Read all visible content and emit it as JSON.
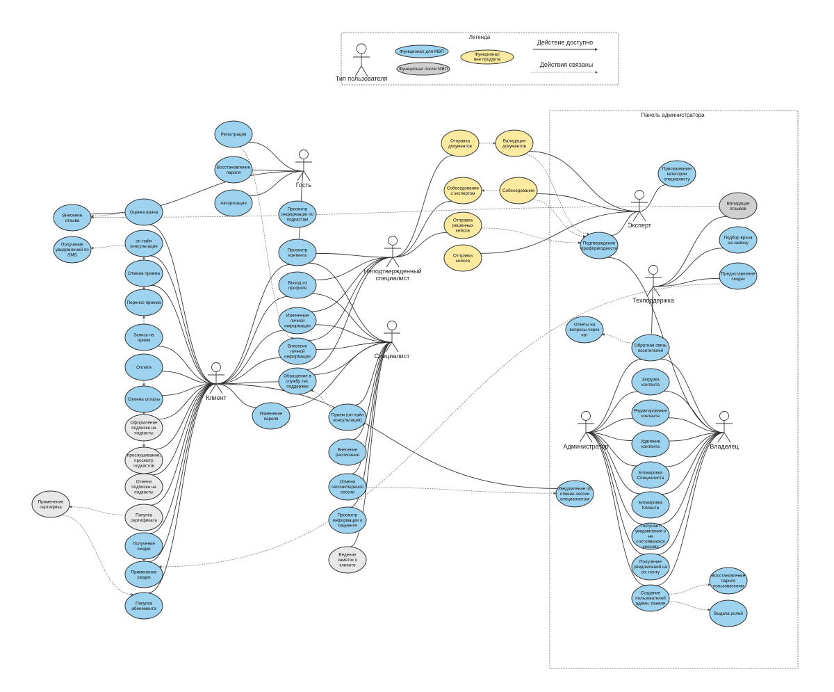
{
  "colors": {
    "mvp": "#9dd3ee",
    "post_mvp": "#d0d0d0",
    "out_of_product": "#fbeaa0",
    "optional": "#e8e8e8"
  },
  "legend": {
    "title": "Легенда",
    "actor_label": "Тип пользователя",
    "mvp_label": "Функционал для МВП",
    "post_mvp_label": "Функционал после МВП",
    "out_label_1": "Функционал",
    "out_label_2": "вне продукта",
    "solid_label": "Действие доступно",
    "dashed_label": "Действия связаны"
  },
  "admin_panel_title": "Панель администратора",
  "actors": [
    {
      "id": "guest",
      "label": "Гость"
    },
    {
      "id": "client",
      "label": "Клиент"
    },
    {
      "id": "unverified",
      "label": "Неподтвержденный специалист"
    },
    {
      "id": "specialist",
      "label": "Специалист"
    },
    {
      "id": "expert",
      "label": "Эксперт"
    },
    {
      "id": "support",
      "label": "Техподдержка"
    },
    {
      "id": "admin",
      "label": "Администратор"
    },
    {
      "id": "owner",
      "label": "Владелец"
    }
  ],
  "nodes": [
    {
      "id": "reg",
      "label": "Регистрация",
      "type": "mvp"
    },
    {
      "id": "pwd",
      "label": "Восстановление пароля",
      "type": "mvp"
    },
    {
      "id": "auth",
      "label": "Авторизация",
      "type": "mvp"
    },
    {
      "id": "podinfo",
      "label": "Просмотр информации по подкастам",
      "type": "mvp"
    },
    {
      "id": "viewc",
      "label": "Просмотр контента",
      "type": "mvp"
    },
    {
      "id": "logout",
      "label": "Выход из профиля",
      "type": "mvp"
    },
    {
      "id": "editinfo",
      "label": "Изменение личной информации",
      "type": "mvp"
    },
    {
      "id": "addinfo",
      "label": "Внесение личной информации",
      "type": "mvp"
    },
    {
      "id": "support_req",
      "label": "Обращение в службу тех. поддержки",
      "type": "mvp"
    },
    {
      "id": "chpwd",
      "label": "Изменение пароля",
      "type": "mvp"
    },
    {
      "id": "review",
      "label": "Внесение отзыва",
      "type": "mvp"
    },
    {
      "id": "sms",
      "label": "Получение уведомлений по SMS",
      "type": "mvp"
    },
    {
      "id": "rate",
      "label": "Оценка врача",
      "type": "mvp"
    },
    {
      "id": "online",
      "label": "он-лайн консультация",
      "type": "mvp"
    },
    {
      "id": "cancelapp",
      "label": "Отмена приема",
      "type": "mvp"
    },
    {
      "id": "moveapp",
      "label": "Перенос приема",
      "type": "mvp"
    },
    {
      "id": "book",
      "label": "Запись на прием",
      "type": "mvp"
    },
    {
      "id": "pay",
      "label": "Оплата",
      "type": "mvp"
    },
    {
      "id": "cancelpay",
      "label": "Отмена оплаты",
      "type": "mvp"
    },
    {
      "id": "subpod",
      "label": "Оформление подписки на подкасты",
      "type": "optional"
    },
    {
      "id": "listen",
      "label": "прослушивание, просмотр подкастов",
      "type": "optional"
    },
    {
      "id": "unsub",
      "label": "Отмена подписки на подкасты",
      "type": "optional"
    },
    {
      "id": "cert_use",
      "label": "Применение сертифика",
      "type": "optional"
    },
    {
      "id": "cert_buy",
      "label": "Покупка сертификата",
      "type": "optional"
    },
    {
      "id": "disc_get",
      "label": "Получение скидки",
      "type": "mvp"
    },
    {
      "id": "disc_use",
      "label": "Применение скидки",
      "type": "mvp"
    },
    {
      "id": "sub_buy",
      "label": "Покупка абонемента",
      "type": "mvp"
    },
    {
      "id": "docs_send",
      "label": "Отправка документов",
      "type": "out_of_product"
    },
    {
      "id": "docs_val",
      "label": "Валидация документов",
      "type": "out_of_product"
    },
    {
      "id": "interview_exp",
      "label": "Собеседование с экспертом",
      "type": "out_of_product"
    },
    {
      "id": "interview",
      "label": "Собеседование",
      "type": "out_of_product"
    },
    {
      "id": "cases_solved",
      "label": "Отправка решенных кейсов",
      "type": "out_of_product"
    },
    {
      "id": "cases_send",
      "label": "Отправка кейсов",
      "type": "out_of_product"
    },
    {
      "id": "reception",
      "label": "Прием (он-лайн консультация)",
      "type": "mvp"
    },
    {
      "id": "schedule",
      "label": "Внесение расписания",
      "type": "mvp"
    },
    {
      "id": "cancel_session",
      "label": "Отмена сессии/перенос сессии",
      "type": "mvp"
    },
    {
      "id": "patient_info",
      "label": "Просмотр информации о пациенте",
      "type": "mvp"
    },
    {
      "id": "notes",
      "label": "Ведение заметок о клиенте",
      "type": "optional"
    },
    {
      "id": "category",
      "label": "Присваивание категории специалисту",
      "type": "mvp"
    },
    {
      "id": "confirm",
      "label": "Подтверждение профпригодности",
      "type": "mvp"
    },
    {
      "id": "review_val",
      "label": "Валидация отзывов",
      "type": "post_mvp"
    },
    {
      "id": "replace",
      "label": "Подбор врача на замену",
      "type": "mvp"
    },
    {
      "id": "discount_give",
      "label": "Предоставление скидки",
      "type": "mvp"
    },
    {
      "id": "chat",
      "label": "Ответы на вопросы через чат",
      "type": "mvp"
    },
    {
      "id": "feedback",
      "label": "Обратная связь посетителей",
      "type": "mvp"
    },
    {
      "id": "upload",
      "label": "Загрузка контента",
      "type": "mvp"
    },
    {
      "id": "edit_content",
      "label": "Редактирование контента",
      "type": "mvp"
    },
    {
      "id": "delete_content",
      "label": "Удаление контента",
      "type": "mvp"
    },
    {
      "id": "block_spec",
      "label": "Блокировка Специалиста",
      "type": "mvp"
    },
    {
      "id": "block_client",
      "label": "Блокировка Клиента",
      "type": "mvp"
    },
    {
      "id": "notify_missed",
      "label": "Получает уведомления о не состоявшихся сессиях",
      "type": "mvp"
    },
    {
      "id": "notify_email",
      "label": "Получение уведомлений на эл. почту",
      "type": "mvp"
    },
    {
      "id": "create_users",
      "label": "Создание пользователей админ. панели",
      "type": "mvp"
    },
    {
      "id": "notify_cancel",
      "label": "Уведомление об отмене сессии специалистом",
      "type": "mvp"
    },
    {
      "id": "user_pwd",
      "label": "Восстановление пароля пользователям",
      "type": "mvp"
    },
    {
      "id": "roles",
      "label": "Выдача ролей",
      "type": "mvp"
    }
  ],
  "solid_edges": [
    [
      "guest",
      "reg"
    ],
    [
      "guest",
      "pwd"
    ],
    [
      "guest",
      "auth"
    ],
    [
      "guest",
      "viewc"
    ],
    [
      "guest",
      "review"
    ],
    [
      "client",
      "rate"
    ],
    [
      "client",
      "online"
    ],
    [
      "client",
      "cancelapp"
    ],
    [
      "client",
      "book"
    ],
    [
      "client",
      "pay"
    ],
    [
      "client",
      "cancelpay"
    ],
    [
      "client",
      "subpod"
    ],
    [
      "client",
      "listen"
    ],
    [
      "client",
      "unsub"
    ],
    [
      "client",
      "cert_buy"
    ],
    [
      "client",
      "disc_get"
    ],
    [
      "client",
      "disc_use"
    ],
    [
      "client",
      "sub_buy"
    ],
    [
      "client",
      "viewc"
    ],
    [
      "client",
      "logout"
    ],
    [
      "client",
      "editinfo"
    ],
    [
      "client",
      "addinfo"
    ],
    [
      "client",
      "support_req"
    ],
    [
      "client",
      "chpwd"
    ],
    [
      "client",
      "notify_cancel"
    ],
    [
      "unverified",
      "viewc"
    ],
    [
      "unverified",
      "logout"
    ],
    [
      "unverified",
      "editinfo"
    ],
    [
      "unverified",
      "addinfo"
    ],
    [
      "unverified",
      "support_req"
    ],
    [
      "unverified",
      "docs_send"
    ],
    [
      "unverified",
      "interview_exp"
    ],
    [
      "unverified",
      "cases_solved"
    ],
    [
      "specialist",
      "viewc"
    ],
    [
      "specialist",
      "logout"
    ],
    [
      "specialist",
      "editinfo"
    ],
    [
      "specialist",
      "addinfo"
    ],
    [
      "specialist",
      "support_req"
    ],
    [
      "specialist",
      "reception"
    ],
    [
      "specialist",
      "schedule"
    ],
    [
      "specialist",
      "cancel_session"
    ],
    [
      "specialist",
      "patient_info"
    ],
    [
      "specialist",
      "notes"
    ],
    [
      "specialist",
      "chpwd"
    ],
    [
      "expert",
      "docs_val"
    ],
    [
      "expert",
      "interview"
    ],
    [
      "expert",
      "cases_send"
    ],
    [
      "expert",
      "category"
    ],
    [
      "expert",
      "confirm"
    ],
    [
      "support",
      "review_val"
    ],
    [
      "support",
      "replace"
    ],
    [
      "support",
      "discount_give"
    ],
    [
      "support",
      "feedback"
    ],
    [
      "admin",
      "feedback"
    ],
    [
      "admin",
      "upload"
    ],
    [
      "admin",
      "edit_content"
    ],
    [
      "admin",
      "delete_content"
    ],
    [
      "admin",
      "block_spec"
    ],
    [
      "admin",
      "block_client"
    ],
    [
      "admin",
      "notify_missed"
    ],
    [
      "admin",
      "notify_email"
    ],
    [
      "admin",
      "create_users"
    ],
    [
      "owner",
      "feedback"
    ],
    [
      "owner",
      "upload"
    ],
    [
      "owner",
      "edit_content"
    ],
    [
      "owner",
      "delete_content"
    ],
    [
      "owner",
      "block_spec"
    ],
    [
      "owner",
      "block_client"
    ],
    [
      "owner",
      "notify_missed"
    ],
    [
      "owner",
      "notify_email"
    ],
    [
      "owner",
      "create_users"
    ],
    [
      "owner",
      "confirm"
    ]
  ],
  "dashed_edges": [
    [
      "rate",
      "review"
    ],
    [
      "online",
      "sms"
    ],
    [
      "book",
      "cancelapp"
    ],
    [
      "book",
      "moveapp"
    ],
    [
      "book",
      "online"
    ],
    [
      "pay",
      "cancelpay"
    ],
    [
      "pay",
      "subpod"
    ],
    [
      "subpod",
      "listen"
    ],
    [
      "subpod",
      "unsub"
    ],
    [
      "cert_buy",
      "cert_use"
    ],
    [
      "cert_use",
      "sub_buy"
    ],
    [
      "disc_get",
      "disc_use"
    ],
    [
      "docs_send",
      "docs_val"
    ],
    [
      "interview",
      "interview_exp"
    ],
    [
      "cases_solved",
      "confirm"
    ],
    [
      "docs_val",
      "confirm"
    ],
    [
      "interview",
      "confirm"
    ],
    [
      "feedback",
      "chat"
    ],
    [
      "create_users",
      "user_pwd"
    ],
    [
      "create_users",
      "roles"
    ],
    [
      "cancel_session",
      "notify_cancel"
    ],
    [
      "reception",
      "support_req"
    ],
    [
      "reg",
      "addinfo"
    ],
    [
      "discount_give",
      "disc_use"
    ],
    [
      "review_val",
      "review"
    ]
  ]
}
